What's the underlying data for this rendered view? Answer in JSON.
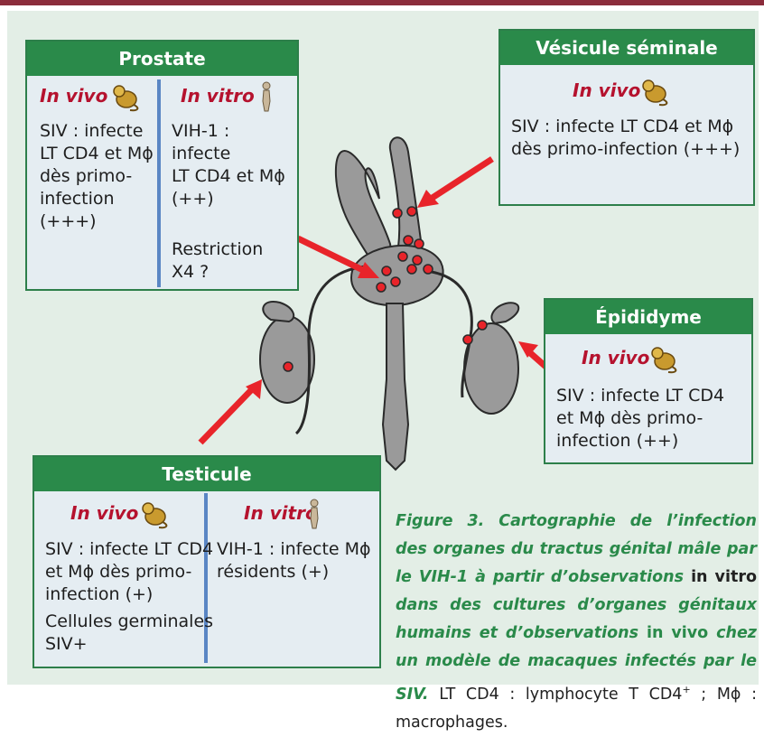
{
  "colors": {
    "header_green": "#2a8a4a",
    "in_vivo_red": "#b5122e",
    "divider_blue": "#5a86c4",
    "arrow_red": "#e8242a",
    "top_rule": "#8b2c3b"
  },
  "icons": {
    "monkey": "macaque-monkey-icon",
    "statue": "human-statue-icon"
  },
  "prostate": {
    "title": "Prostate",
    "in_vivo_label": "In vivo",
    "in_vitro_label": "In vitro",
    "in_vivo_text": "SIV : infecte\nLT CD4 et Mϕ\ndès primo-\ninfection\n(+++)",
    "in_vitro_text": "VIH-1 :\ninfecte\nLT CD4 et Mϕ\n(++)",
    "in_vitro_note": "Restriction\nX4 ?"
  },
  "seminal_vesicle": {
    "title": "Vésicule séminale",
    "in_vivo_label": "In vivo",
    "in_vivo_text": "SIV : infecte LT CD4 et Mϕ\ndès primo-infection (+++)"
  },
  "epididymis": {
    "title": "Épididyme",
    "in_vivo_label": "In vivo",
    "in_vivo_text": "SIV : infecte LT CD4\net Mϕ dès primo-\ninfection (++)"
  },
  "testis": {
    "title": "Testicule",
    "in_vivo_label": "In vivo",
    "in_vitro_label": "In vitro",
    "in_vivo_text": "SIV : infecte LT CD4\net Mϕ dès primo-\ninfection (+)",
    "in_vivo_note": "Cellules germinales\nSIV+",
    "in_vitro_text": "VIH-1 : infecte Mϕ\nrésidents (+)"
  },
  "caption": {
    "figure_title": "Figure 3. Cartographie de l’infection des organes du tractus génital mâle par le VIH-1 à partir d’observations",
    "in_vitro_1": " in vitro ",
    "part2": "dans des cultures d’organes génitaux humains et d’observations ",
    "in_vivo_2": "in vivo",
    "part3": " chez un modèle de macaques infectés par le SIV.",
    "legend_lt": " LT CD4 : lymphocyte T CD4",
    "legend_sup": "+",
    "legend_rest": " ; Mϕ : macrophages."
  }
}
